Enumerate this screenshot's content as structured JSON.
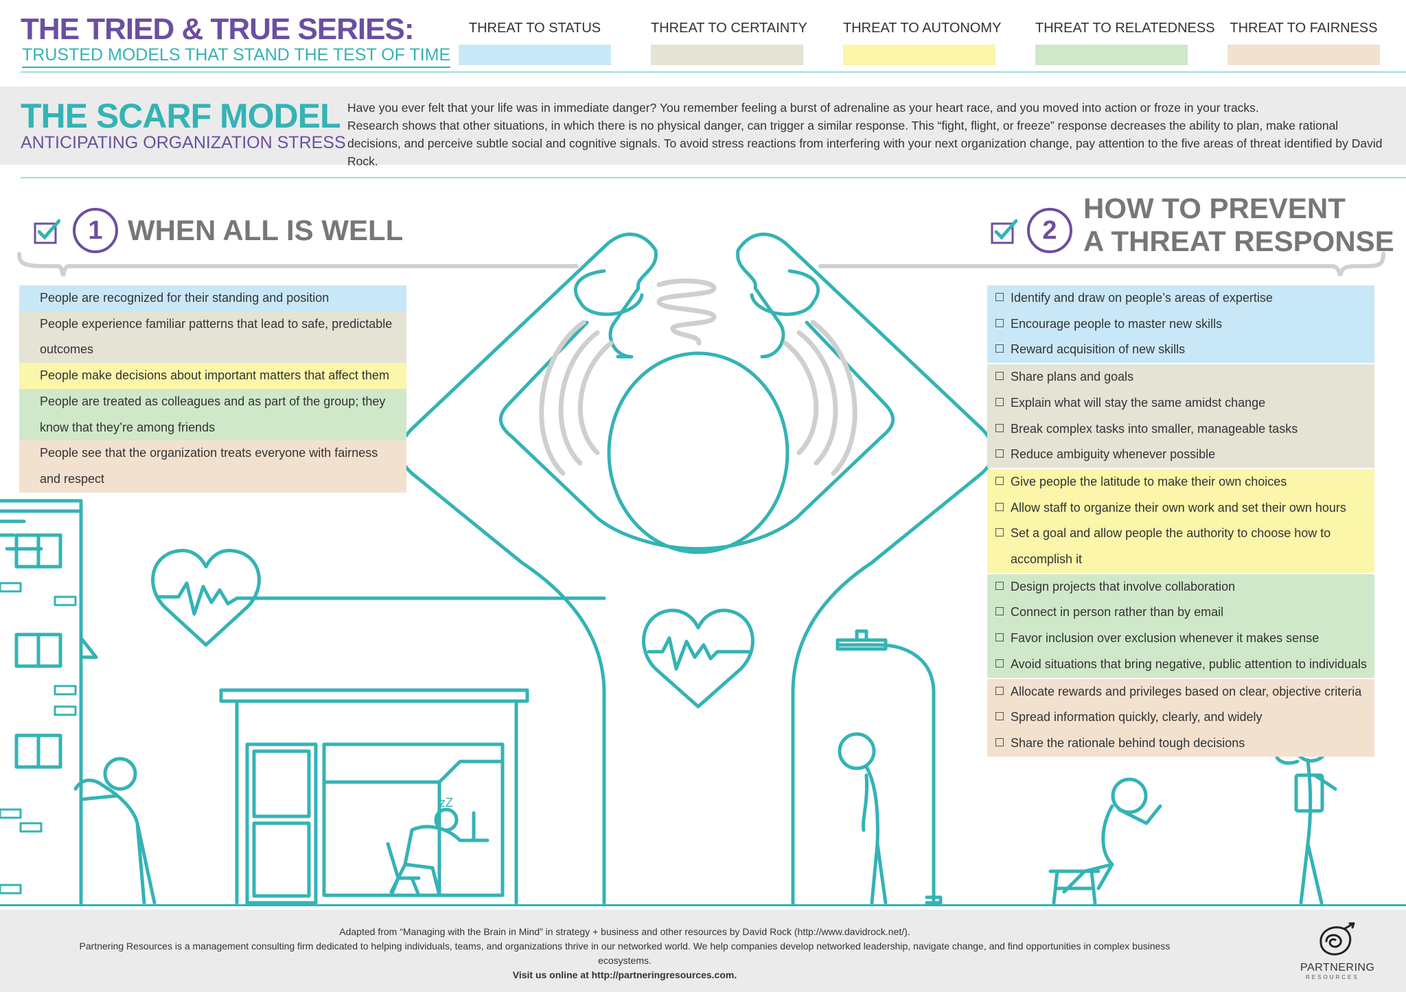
{
  "header": {
    "series_title": "THE TRIED & TRUE SERIES:",
    "series_subtitle": "TRUSTED MODELS THAT STAND THE TEST OF TIME",
    "threats": [
      {
        "label": "THREAT TO STATUS",
        "color": "#c9e8f7"
      },
      {
        "label": "THREAT TO CERTAINTY",
        "color": "#e4e3d4"
      },
      {
        "label": "THREAT TO AUTONOMY",
        "color": "#fbf6a9"
      },
      {
        "label": "THREAT TO RELATEDNESS",
        "color": "#cfe8c9"
      },
      {
        "label": "THREAT TO FAIRNESS",
        "color": "#f3e1cf"
      }
    ]
  },
  "model": {
    "title": "THE SCARF MODEL",
    "subtitle": "ANTICIPATING ORGANIZATION STRESS",
    "intro_line1": "Have you ever felt that your life was in immediate danger? You remember feeling a burst of adrenaline as your heart race, and you moved into action or froze in your tracks.",
    "intro_line2": "Research shows that other situations, in which there is no physical danger, can trigger a similar response. This “fight, flight, or freeze” response decreases the ability to plan, make rational decisions, and perceive subtle social and cognitive signals. To avoid stress reactions from interfering with your next organization change, pay attention to the five areas of threat identified by David Rock."
  },
  "section1": {
    "number": "1",
    "title": "WHEN ALL IS WELL",
    "items": [
      {
        "text": "People are recognized for their standing and position",
        "color": "#c9e8f7"
      },
      {
        "text": "People experience familiar patterns that lead to safe, predictable outcomes",
        "color": "#e4e3d4"
      },
      {
        "text": "People make decisions about important matters that affect them",
        "color": "#fbf6a9"
      },
      {
        "text": "People are treated as colleagues and as part of the group; they know that they’re among friends",
        "color": "#cfe8c9"
      },
      {
        "text": "People see that the organization treats everyone with fairness and respect",
        "color": "#f3e1cf"
      }
    ]
  },
  "section2": {
    "number": "2",
    "title_line1": "HOW TO PREVENT",
    "title_line2": "A THREAT RESPONSE",
    "groups": [
      {
        "color": "#c9e8f7",
        "items": [
          "Identify and draw on people’s areas of expertise",
          "Encourage people to master new skills",
          "Reward acquisition of new skills"
        ]
      },
      {
        "color": "#e4e3d4",
        "items": [
          "Share plans and goals",
          "Explain what will stay the same amidst change",
          "Break complex tasks into smaller, manageable tasks",
          "Reduce ambiguity whenever possible"
        ]
      },
      {
        "color": "#fbf6a9",
        "items": [
          "Give people the latitude to make their own choices",
          "Allow staff to organize their own work and set their own hours",
          "Set a goal and allow people the authority to choose how to",
          "accomplish it"
        ]
      },
      {
        "color": "#cfe8c9",
        "items": [
          "Design projects that involve collaboration",
          "Connect in person rather than by email",
          "Favor inclusion over exclusion whenever it makes sense",
          "Avoid situations that bring negative, public attention to individuals"
        ]
      },
      {
        "color": "#f3e1cf",
        "items": [
          "Allocate rewards and privileges based on clear, objective criteria",
          "Spread information quickly, clearly, and widely",
          "Share the rationale behind tough decisions"
        ]
      }
    ]
  },
  "illustration": {
    "sleep_text": "zZ",
    "accent": "#34b3b5",
    "purple": "#6b4fa0"
  },
  "footer": {
    "line1": "Adapted from “Managing with the Brain in Mind” in strategy + business and other resources by David Rock (http://www.davidrock.net/).",
    "line2": "Partnering Resources is a management consulting firm dedicated to helping individuals, teams, and organizations thrive in our networked world. We help companies develop networked leadership, navigate change, and find opportunities in complex business ecosystems.",
    "line3": "Visit us online at http://partneringresources.com.",
    "logo_name": "PARTNERING",
    "logo_sub": "RESOURCES"
  }
}
